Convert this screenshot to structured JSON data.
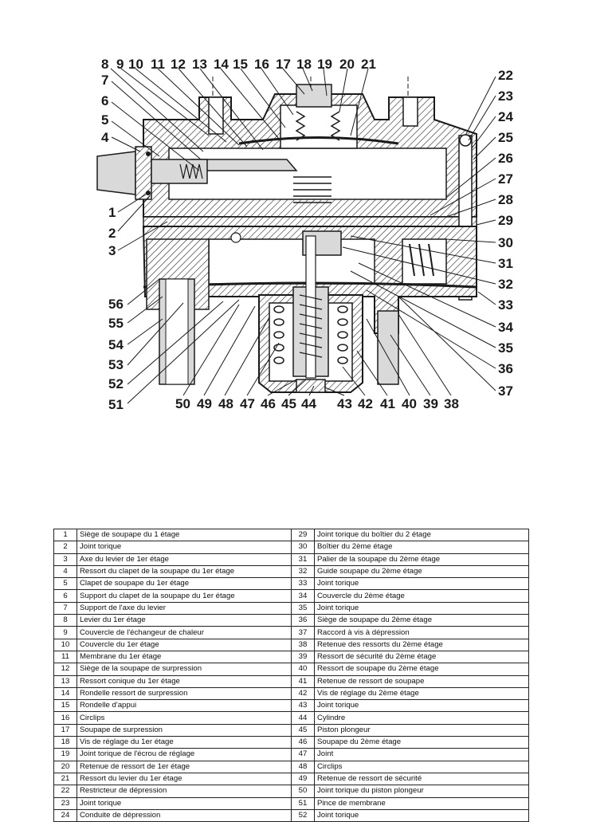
{
  "diagram": {
    "callouts_top": [
      "8",
      "9",
      "10",
      "11",
      "12",
      "13",
      "14",
      "15",
      "16",
      "17",
      "18",
      "19",
      "20",
      "21"
    ],
    "callouts_left": [
      "7",
      "6",
      "5",
      "4",
      "1",
      "2",
      "3",
      "56",
      "55",
      "54",
      "53",
      "52",
      "51"
    ],
    "callouts_right": [
      "22",
      "23",
      "24",
      "25",
      "26",
      "27",
      "28",
      "29",
      "30",
      "31",
      "32",
      "33",
      "34",
      "35",
      "36",
      "37"
    ],
    "callouts_bottom": [
      "50",
      "49",
      "48",
      "47",
      "46",
      "45",
      "44",
      "43",
      "42",
      "41",
      "40",
      "39",
      "38"
    ],
    "colors": {
      "line": "#1a1a1a",
      "hatch": "#333333",
      "metal": "#d9d9d9",
      "background": "#ffffff"
    }
  },
  "parts_table": {
    "rows": [
      {
        "left_num": "1",
        "left_desc": "Siège de soupape du 1 étage",
        "right_num": "29",
        "right_desc": "Joint torique du boîtier du 2 étage"
      },
      {
        "left_num": "2",
        "left_desc": "Joint torique",
        "right_num": "30",
        "right_desc": "Boîtier du 2ème étage"
      },
      {
        "left_num": "3",
        "left_desc": "Axe du levier de 1er étage",
        "right_num": "31",
        "right_desc": "Palier de la soupape du 2ème étage"
      },
      {
        "left_num": "4",
        "left_desc": "Ressort du clapet de la soupape du 1er étage",
        "right_num": "32",
        "right_desc": "Guide soupape du 2ème étage"
      },
      {
        "left_num": "5",
        "left_desc": "Clapet de soupape du 1er étage",
        "right_num": "33",
        "right_desc": "Joint torique"
      },
      {
        "left_num": "6",
        "left_desc": "Support du clapet de la soupape du 1er étage",
        "right_num": "34",
        "right_desc": "Couvercle du 2ème étage"
      },
      {
        "left_num": "7",
        "left_desc": "Support de l'axe du levier",
        "right_num": "35",
        "right_desc": "Joint torique"
      },
      {
        "left_num": "8",
        "left_desc": "Levier du 1er étage",
        "right_num": "36",
        "right_desc": "Siège de soupape du 2ème étage"
      },
      {
        "left_num": "9",
        "left_desc": "Couvercle de l'échangeur de chaleur",
        "right_num": "37",
        "right_desc": "Raccord à vis à dépression"
      },
      {
        "left_num": "10",
        "left_desc": "Couvercle du 1er étage",
        "right_num": "38",
        "right_desc": "Retenue des ressorts du 2ème étage"
      },
      {
        "left_num": "11",
        "left_desc": "Membrane du 1er étage",
        "right_num": "39",
        "right_desc": "Ressort de sécurité du 2ème étage"
      },
      {
        "left_num": "12",
        "left_desc": "Siège de la soupape de surpression",
        "right_num": "40",
        "right_desc": "Ressort de soupape du 2ème étage"
      },
      {
        "left_num": "13",
        "left_desc": "Ressort conique du 1er étage",
        "right_num": "41",
        "right_desc": "Retenue de ressort de soupape"
      },
      {
        "left_num": "14",
        "left_desc": "Rondelle ressort de surpression",
        "right_num": "42",
        "right_desc": "Vis de réglage du 2ème étage"
      },
      {
        "left_num": "15",
        "left_desc": "Rondelle d'appui",
        "right_num": "43",
        "right_desc": "Joint torique"
      },
      {
        "left_num": "16",
        "left_desc": "Circlips",
        "right_num": "44",
        "right_desc": "Cylindre"
      },
      {
        "left_num": "17",
        "left_desc": "Soupape de surpression",
        "right_num": "45",
        "right_desc": "Piston plongeur"
      },
      {
        "left_num": "18",
        "left_desc": "Vis de réglage du 1er étage",
        "right_num": "46",
        "right_desc": "Soupape du 2ème étage"
      },
      {
        "left_num": "19",
        "left_desc": "Joint torique de l'écrou de réglage",
        "right_num": "47",
        "right_desc": "Joint"
      },
      {
        "left_num": "20",
        "left_desc": "Retenue de ressort de 1er étage",
        "right_num": "48",
        "right_desc": "Circlips"
      },
      {
        "left_num": "21",
        "left_desc": "Ressort du levier du 1er étage",
        "right_num": "49",
        "right_desc": "Retenue de ressort de sécurité"
      },
      {
        "left_num": "22",
        "left_desc": "Restricteur de dépression",
        "right_num": "50",
        "right_desc": "Joint torique du piston plongeur"
      },
      {
        "left_num": "23",
        "left_desc": "Joint torique",
        "right_num": "51",
        "right_desc": "Pince de membrane"
      },
      {
        "left_num": "24",
        "left_desc": "Conduite de dépression",
        "right_num": "52",
        "right_desc": "Joint torique"
      }
    ]
  }
}
